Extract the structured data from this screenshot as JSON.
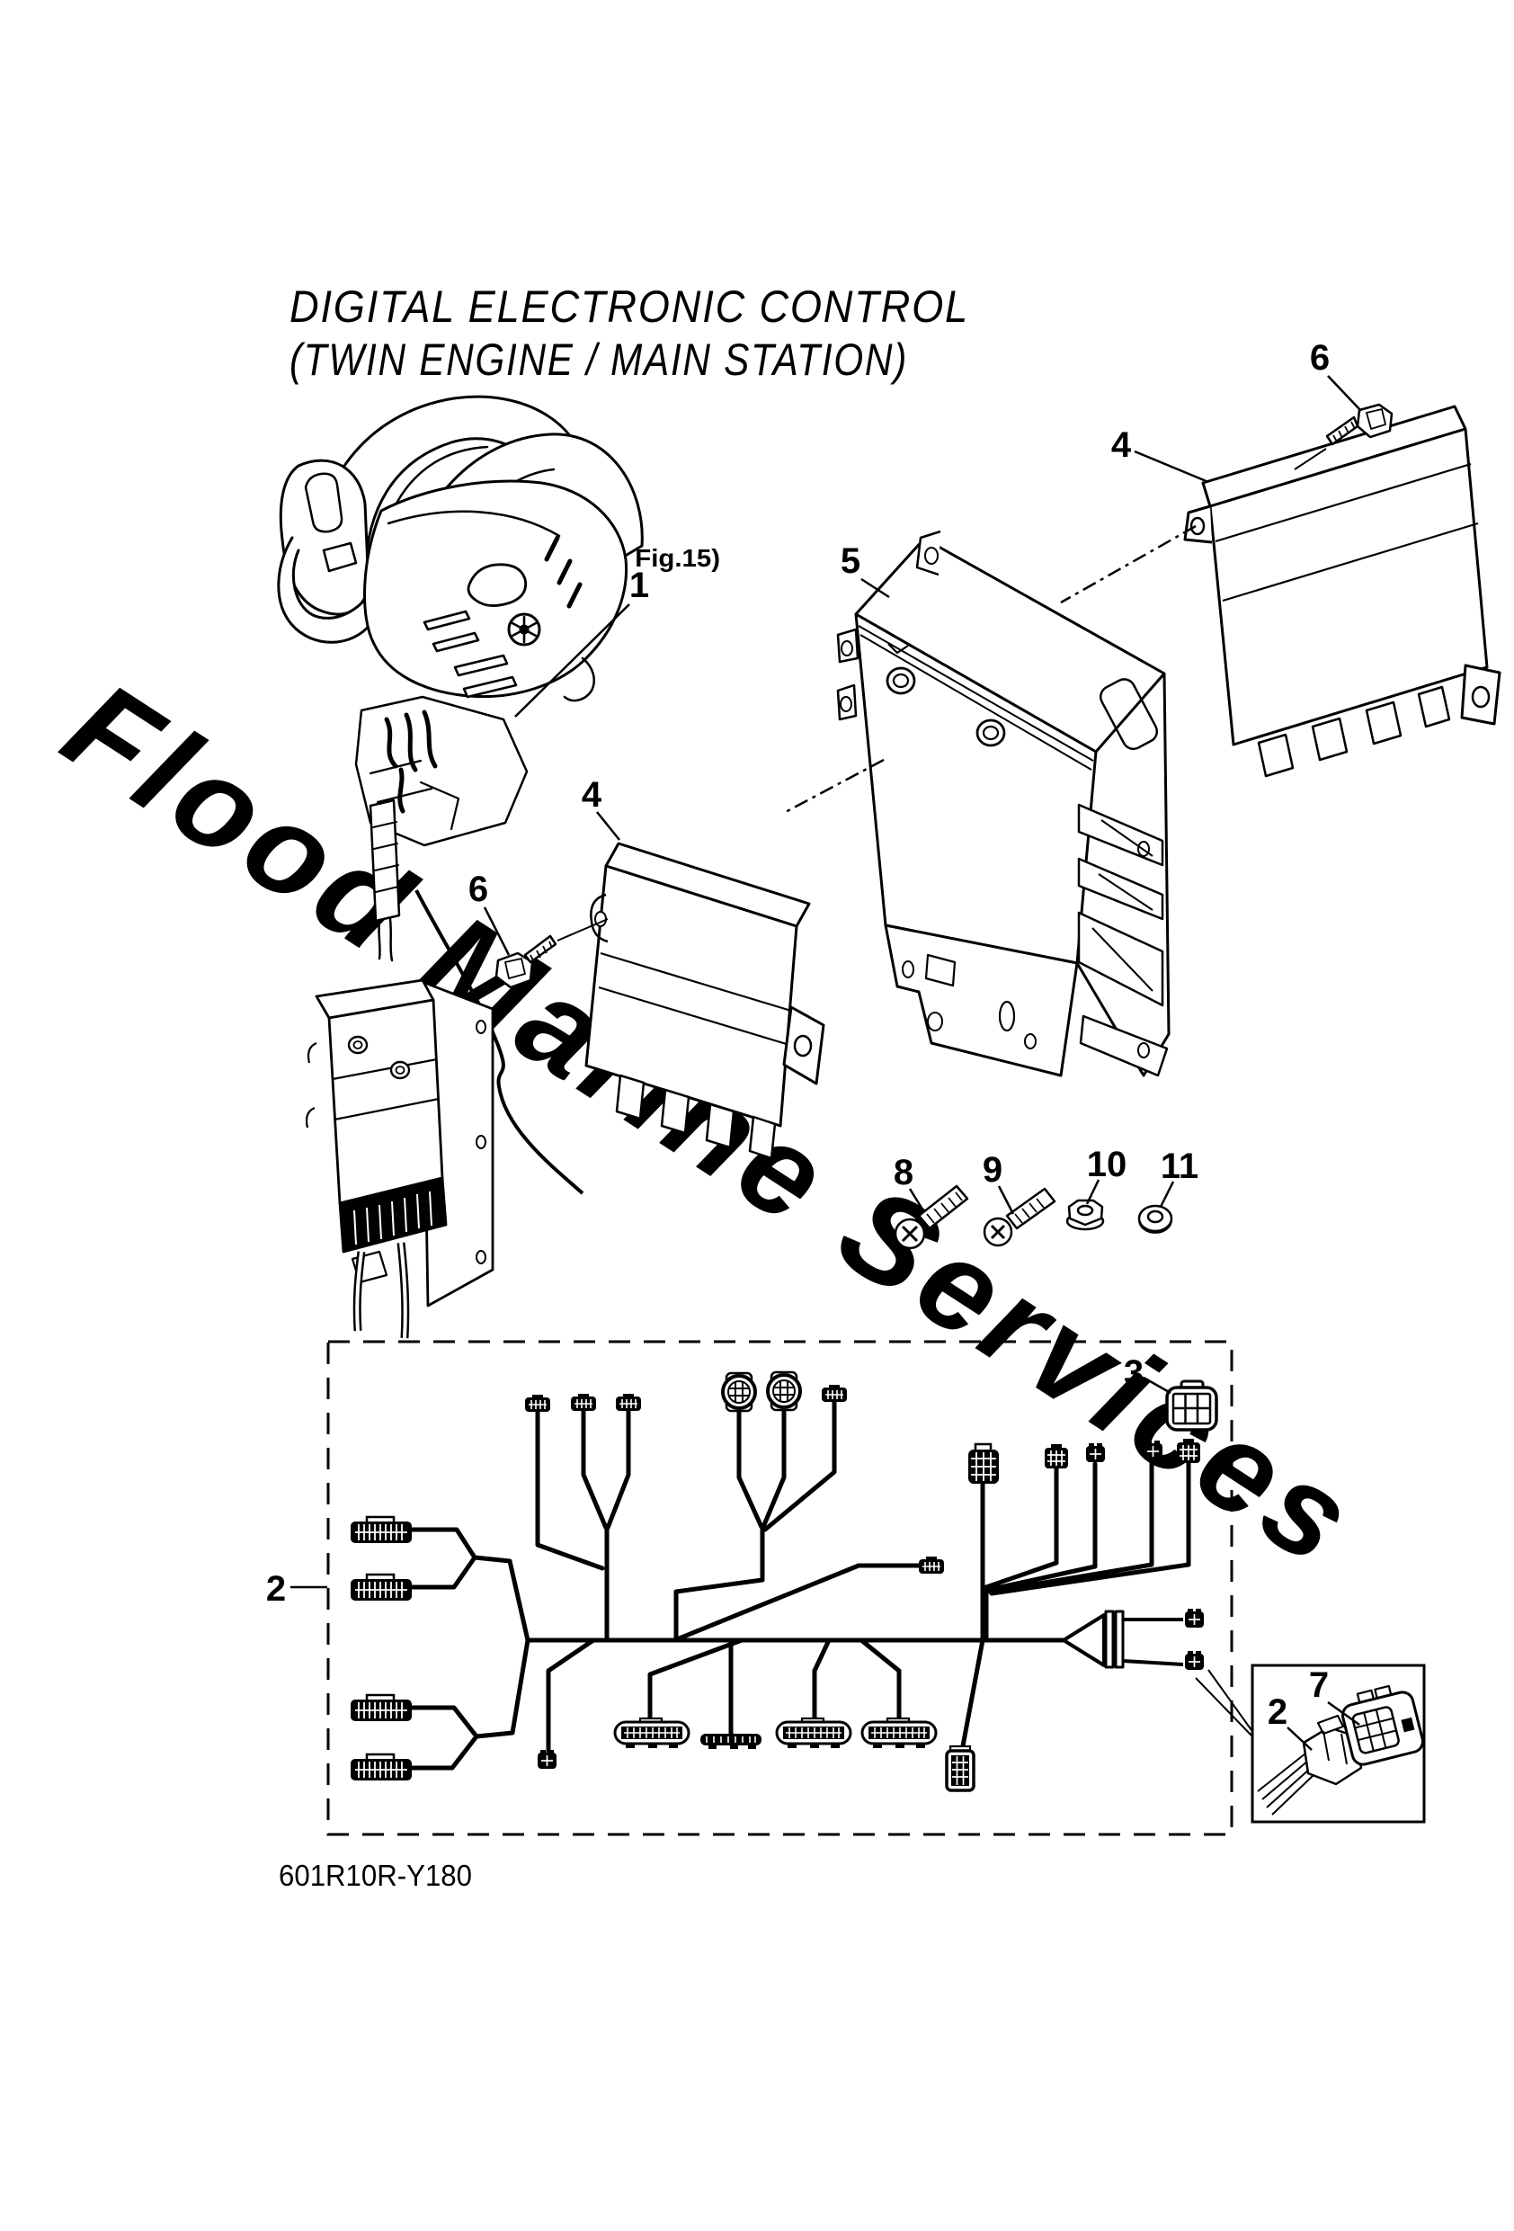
{
  "header": {
    "title_line1": "DIGITAL ELECTRONIC CONTROL",
    "title_line2": "(TWIN ENGINE / MAIN STATION)"
  },
  "annotations": {
    "see_fig_note": "(See Fig.15)"
  },
  "watermark": {
    "text": "Flood Marine Services",
    "color": "#e2e2e2"
  },
  "footer": {
    "drawing_code": "601R10R-Y180"
  },
  "callouts": {
    "control_head": "1",
    "harness": "2",
    "harness_inset": "2",
    "connector_6pin": "3",
    "ecu_upper": "4",
    "ecu_lower": "4",
    "bracket": "5",
    "bolt_upper": "6",
    "bolt_lower": "6",
    "connector_inset": "7",
    "screw_long": "8",
    "screw_short": "9",
    "nut": "10",
    "washer": "11"
  },
  "colors": {
    "line": "#000000",
    "background": "#ffffff",
    "watermark": "#e2e2e2"
  }
}
